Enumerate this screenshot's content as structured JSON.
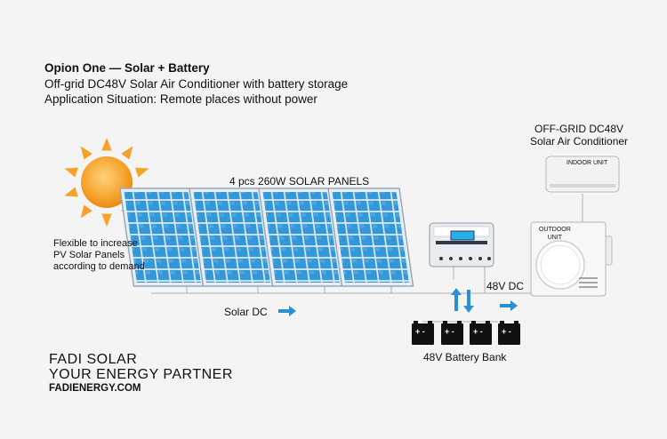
{
  "header": {
    "title": "Opion One — Solar + Battery",
    "subtitle": "Off-grid DC48V Solar Air Conditioner with battery storage",
    "application": "Application Situation: Remote places without power"
  },
  "diagram": {
    "panels_label": "4 pcs 260W SOLAR PANELS",
    "flexible_note": "Flexible to increase PV Solar Panels according to demand",
    "solar_dc_label": "Solar DC",
    "dc48_label": "48V DC",
    "battery_label": "48V Battery Bank",
    "ac_title_line1": "OFF-GRID DC48V",
    "ac_title_line2": "Solar Air Conditioner",
    "indoor_label": "INDOOR UNIT",
    "outdoor_label_line1": "OUTDOOR",
    "outdoor_label_line2": "UNIT",
    "battery_terminal": "+ -"
  },
  "branding": {
    "line1": "FADI SOLAR",
    "line2": "YOUR ENERGY PARTNER",
    "website": "FADIENERGY.COM"
  },
  "colors": {
    "sun": "#f6a22a",
    "panel_cell": "#2f8fd0",
    "arrow": "#2a8fd6",
    "battery": "#111111",
    "wire": "#bbbbbb"
  }
}
